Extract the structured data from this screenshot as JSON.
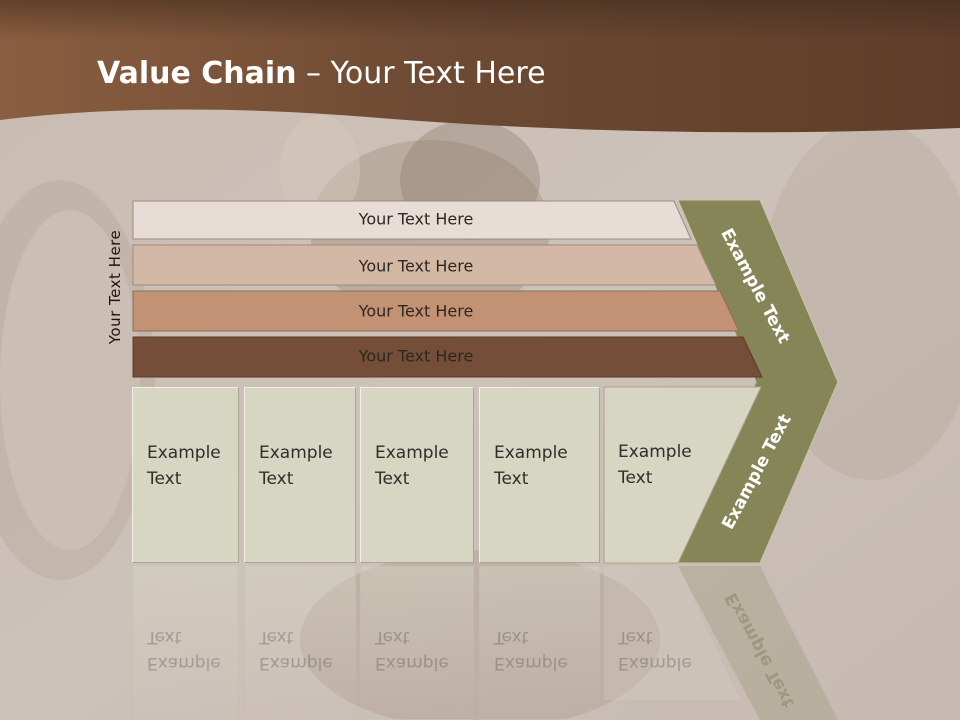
{
  "title": {
    "bold": "Value Chain",
    "rest": " – Your Text Here"
  },
  "side_label": "Your Text Here",
  "bars": [
    {
      "label": "Your Text Here",
      "color": "#e8ddd6"
    },
    {
      "label": "Your Text Here",
      "color": "#d4b8a6"
    },
    {
      "label": "Your Text Here",
      "color": "#c39274"
    },
    {
      "label": "Your Text Here",
      "color": "#744e38"
    }
  ],
  "boxes": [
    {
      "line1": "Example",
      "line2": "Text"
    },
    {
      "line1": "Example",
      "line2": "Text"
    },
    {
      "line1": "Example",
      "line2": "Text"
    },
    {
      "line1": "Example",
      "line2": "Text"
    },
    {
      "line1": "Example",
      "line2": "Text"
    }
  ],
  "chevron": {
    "upper": "Example Text",
    "lower": "Example Text",
    "color": "#868558"
  },
  "colors": {
    "header": "#6e4a32",
    "background": "#c8bcb4"
  }
}
